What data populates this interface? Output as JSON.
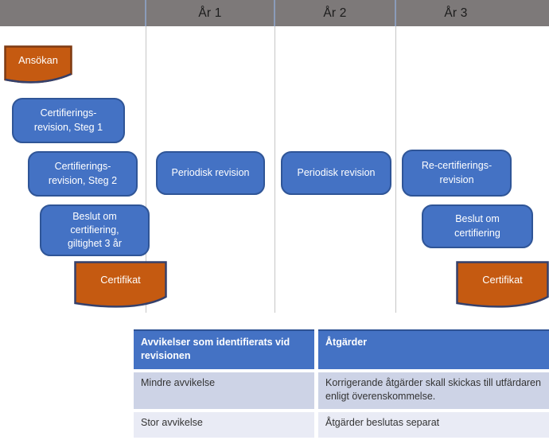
{
  "timeline": {
    "year_labels": [
      "År 1",
      "År 2",
      "År 3"
    ]
  },
  "process": {
    "ansokan": {
      "label": "Ansökan"
    },
    "steg1": {
      "line1": "Certifierings-",
      "line2": "revision, Steg 1"
    },
    "steg2": {
      "line1": "Certifierings-",
      "line2": "revision, Steg 2"
    },
    "beslut_3ar": {
      "line1": "Beslut om",
      "line2": "certifiering,",
      "line3": "giltighet 3 år"
    },
    "certifikat_1": {
      "label": "Certifikat"
    },
    "periodisk_1": {
      "label": "Periodisk revision"
    },
    "periodisk_2": {
      "label": "Periodisk revision"
    },
    "recert": {
      "line1": "Re-certifierings-",
      "line2": "revision"
    },
    "beslut": {
      "line1": "Beslut om",
      "line2": "certifiering"
    },
    "certifikat_2": {
      "label": "Certifikat"
    }
  },
  "table": {
    "headers": [
      "Avvikelser som identifierats vid revisionen",
      "Åtgärder"
    ],
    "rows": [
      {
        "name": "Mindre avvikelse",
        "action": "Korrigerande åtgärder skall skickas till utfärdaren enligt överenskommelse."
      },
      {
        "name": "Stor avvikelse",
        "action": "Åtgärder beslutas separat"
      }
    ]
  },
  "colors": {
    "header_gray": "#7d7979",
    "box_blue_fill": "#4472c4",
    "box_blue_border": "#2f5597",
    "flag_orange_fill": "#c55a11",
    "ansokan_border_brown": "#7e3a12",
    "certifikat_border_navy": "#35406b",
    "table_header_blue": "#4472c4",
    "table_row_odd": "#cdd3e6",
    "table_row_even": "#e9ebf5"
  }
}
